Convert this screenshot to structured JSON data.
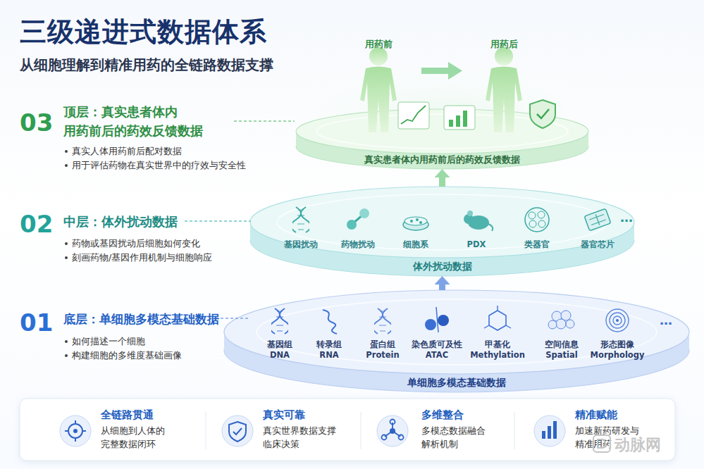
{
  "diagram": {
    "title": "三级递进式数据体系",
    "nodes": [
      {
        "text": [
          "真实患者体内用药前后的药效反馈数据"
        ]
      },
      {
        "text": [
          "体外扰动数据"
        ]
      },
      {
        "text": [
          "基因扰动"
        ],
        "in": 1
      },
      {
        "text": [
          "药物扰动"
        ],
        "in": 1
      },
      {
        "text": [
          "细胞系"
        ],
        "in": 1
      },
      {
        "text": [
          "PDX"
        ],
        "in": 1
      },
      {
        "text": [
          "类器官"
        ],
        "in": 1
      },
      {
        "text": [
          "器官芯片"
        ],
        "in": 1
      },
      {
        "text": [
          "单细胞多模态基础数据"
        ]
      },
      {
        "text": [
          "基因组 DNA"
        ],
        "in": 8
      },
      {
        "text": [
          "转录组 RNA"
        ],
        "in": 8
      },
      {
        "text": [
          "蛋白组 Protein"
        ],
        "in": 8
      },
      {
        "text": [
          "染色质可及性 ATAC"
        ],
        "in": 8
      },
      {
        "text": [
          "甲基化 Methylation"
        ],
        "in": 8
      },
      {
        "text": [
          "空间信息 Spatial"
        ],
        "in": 8
      },
      {
        "text": [
          "形态图像 Morphology"
        ],
        "in": 8
      },
      {
        "text": [
          "全链路贯通",
          "从细胞到人体的 完整数据闭环"
        ]
      },
      {
        "text": [
          "真实可靠",
          "真实世界数据支撑 临床决策"
        ]
      },
      {
        "text": [
          "多维整合",
          "多模态数据融合 解析机制"
        ]
      },
      {
        "text": [
          "精准赋能",
          "加速新药研发与 精准用药"
        ]
      }
    ],
    "edges": [
      {
        "from": 1,
        "to": 0,
        "arrow": "to"
      },
      {
        "from": 8,
        "to": 1,
        "arrow": "to"
      }
    ],
    "labels": [
      "从细胞理解到精准用药的全链路数据支撑",
      "用药前",
      "用药后",
      "03",
      "顶层：真实患者体内 用药前后的药效反馈数据",
      "真实人体用药前后配对数据",
      "用于评估药物在真实世界中的疗效与安全性",
      "02",
      "中层：体外扰动数据",
      "药物或基因扰动后细胞如何变化",
      "刻画药物/基因作用机制与细胞响应",
      "…",
      "01",
      "底层：单细胞多模态基础数据",
      "如何描述一个细胞",
      "构建细胞的多维度基础画像",
      "…",
      "动脉网"
    ]
  }
}
